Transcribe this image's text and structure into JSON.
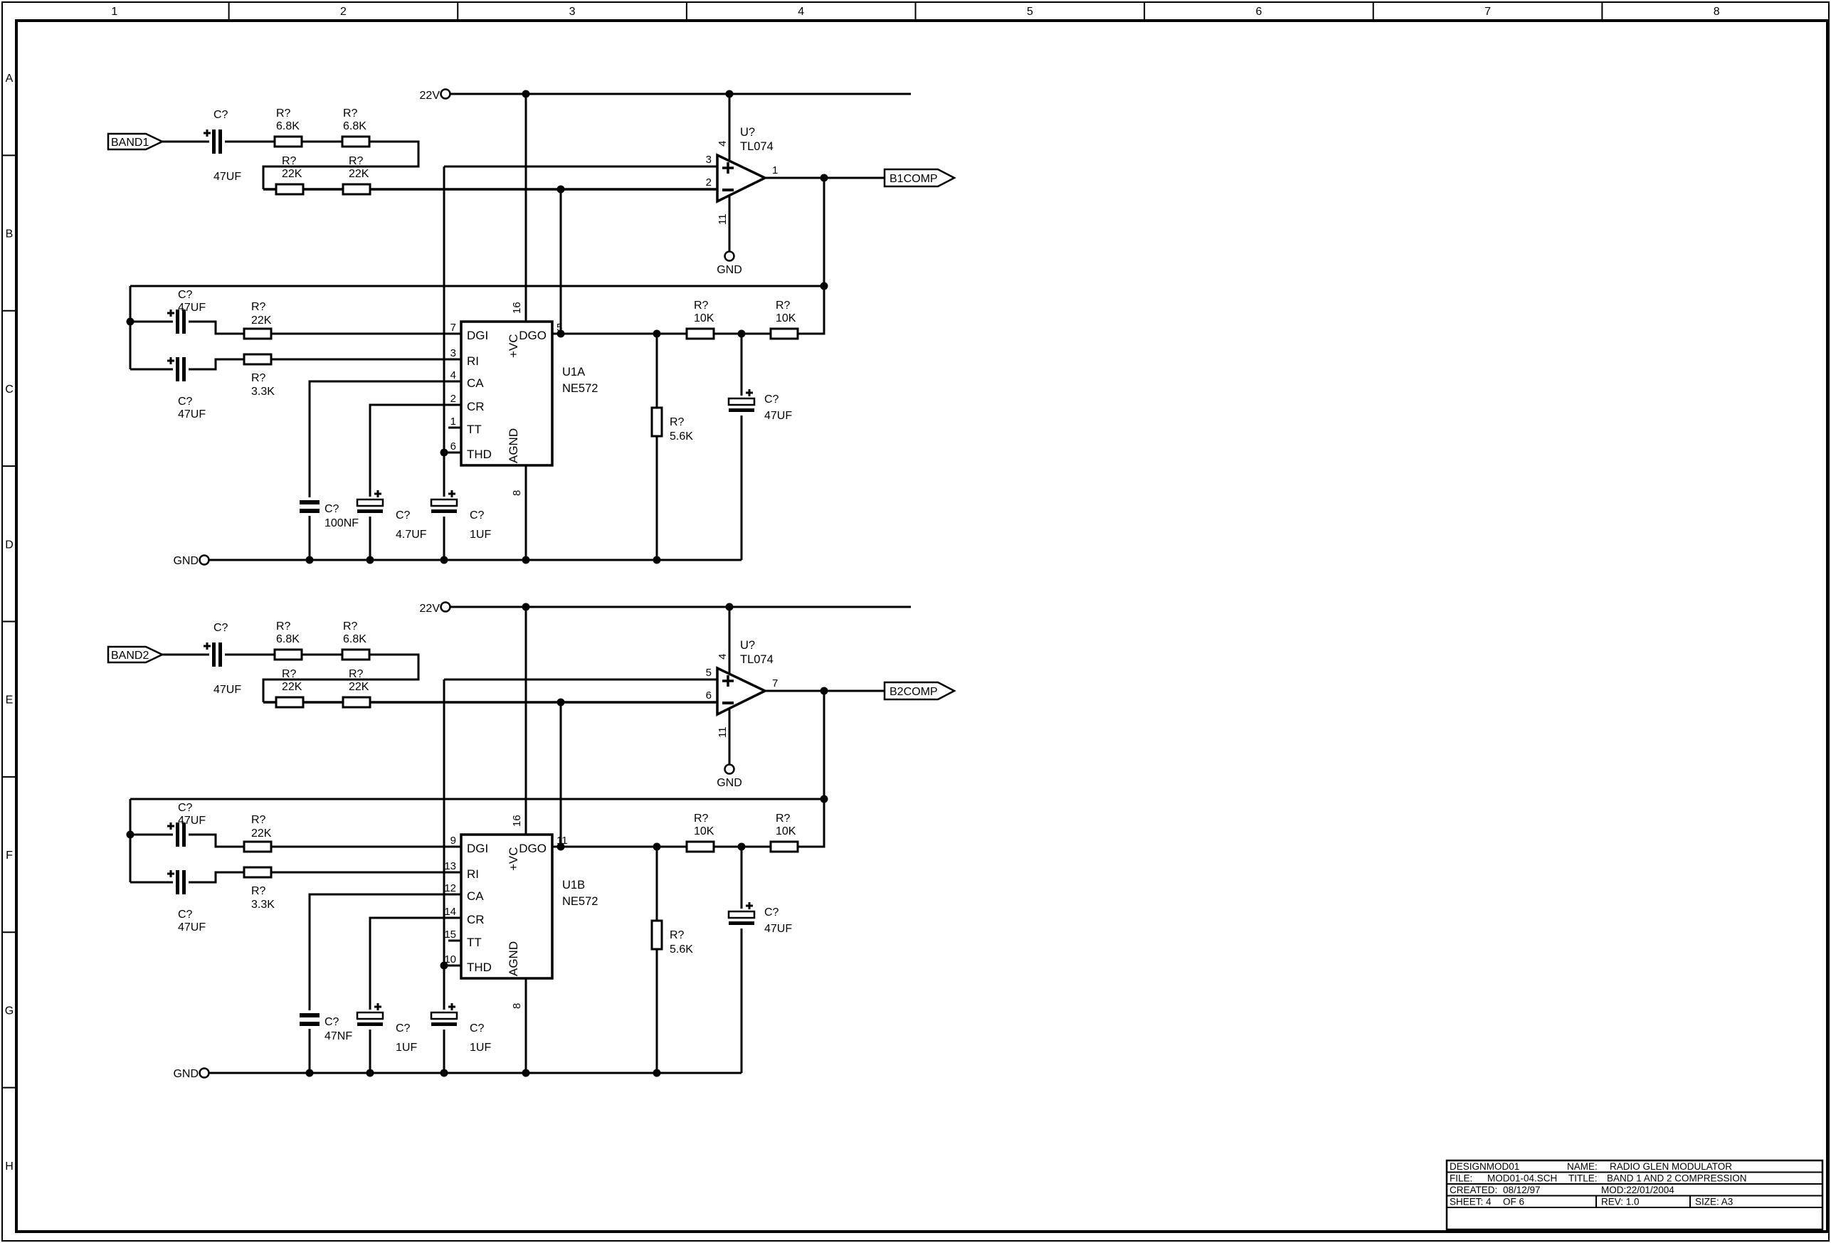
{
  "frame": {
    "columns": [
      "1",
      "2",
      "3",
      "4",
      "5",
      "6",
      "7",
      "8"
    ],
    "rows": [
      "A",
      "B",
      "C",
      "D",
      "E",
      "F",
      "G",
      "H"
    ]
  },
  "title_block": {
    "design": "DESIGNMOD01",
    "name_label": "NAME:",
    "name": "RADIO GLEN MODULATOR",
    "file_label": "FILE:",
    "file": "MOD01-04.SCH",
    "title_label": "TITLE:",
    "title": "BAND 1 AND 2 COMPRESSION",
    "created_label": "CREATED:",
    "created": "08/12/97",
    "mod": "MOD:22/01/2004",
    "sheet": "SHEET: 4",
    "sheet_of": "OF  6",
    "rev": "REV: 1.0",
    "size": "SIZE: A3"
  },
  "colors": {
    "ink": "#000000",
    "paper": "#ffffff"
  },
  "channels": [
    {
      "key": "band1",
      "input_port": "BAND1",
      "output_port": "B1COMP",
      "power_port": "22V",
      "gnd_port": "GND",
      "opamp": {
        "designator": "U?",
        "part": "TL074",
        "pin_plus": "3",
        "pin_minus": "2",
        "pin_out": "1",
        "pin_vplus": "4",
        "pin_vminus": "11",
        "gnd": "GND"
      },
      "chip": {
        "designator": "U1A",
        "part": "NE572",
        "pins_left": [
          {
            "num": "7",
            "name": "DGI"
          },
          {
            "num": "3",
            "name": "RI"
          },
          {
            "num": "4",
            "name": "CA"
          },
          {
            "num": "2",
            "name": "CR"
          },
          {
            "num": "1",
            "name": "TT"
          },
          {
            "num": "6",
            "name": "THD"
          }
        ],
        "pin_top": {
          "num": "16",
          "name": "+VC"
        },
        "pin_right": {
          "num": "5",
          "name": "DGO"
        },
        "pin_bottom": {
          "num": "8",
          "name": "AGND"
        }
      },
      "components": {
        "c_in": {
          "designator": "C?",
          "value": "47UF"
        },
        "r_in1": {
          "designator": "R?",
          "value": "6.8K"
        },
        "r_in2": {
          "designator": "R?",
          "value": "6.8K"
        },
        "r_fb1": {
          "designator": "R?",
          "value": "22K"
        },
        "r_fb2": {
          "designator": "R?",
          "value": "22K"
        },
        "c_top": {
          "designator": "C?",
          "value": "47UF"
        },
        "c_bot": {
          "designator": "C?",
          "value": "47UF"
        },
        "r_dgi": {
          "designator": "R?",
          "value": "22K"
        },
        "r_ri": {
          "designator": "R?",
          "value": "3.3K"
        },
        "r_out1": {
          "designator": "R?",
          "value": "10K"
        },
        "r_out2": {
          "designator": "R?",
          "value": "10K"
        },
        "r_shunt": {
          "designator": "R?",
          "value": "5.6K"
        },
        "c_out": {
          "designator": "C?",
          "value": "47UF"
        },
        "c_ca": {
          "designator": "C?",
          "value": "100NF"
        },
        "c_cr": {
          "designator": "C?",
          "value": "4.7UF"
        },
        "c_thd": {
          "designator": "C?",
          "value": "1UF"
        }
      }
    },
    {
      "key": "band2",
      "input_port": "BAND2",
      "output_port": "B2COMP",
      "power_port": "22V",
      "gnd_port": "GND",
      "opamp": {
        "designator": "U?",
        "part": "TL074",
        "pin_plus": "5",
        "pin_minus": "6",
        "pin_out": "7",
        "pin_vplus": "4",
        "pin_vminus": "11",
        "gnd": "GND"
      },
      "chip": {
        "designator": "U1B",
        "part": "NE572",
        "pins_left": [
          {
            "num": "9",
            "name": "DGI"
          },
          {
            "num": "13",
            "name": "RI"
          },
          {
            "num": "12",
            "name": "CA"
          },
          {
            "num": "14",
            "name": "CR"
          },
          {
            "num": "15",
            "name": "TT"
          },
          {
            "num": "10",
            "name": "THD"
          }
        ],
        "pin_top": {
          "num": "16",
          "name": "+VC"
        },
        "pin_right": {
          "num": "11",
          "name": "DGO"
        },
        "pin_bottom": {
          "num": "8",
          "name": "AGND"
        }
      },
      "components": {
        "c_in": {
          "designator": "C?",
          "value": "47UF"
        },
        "r_in1": {
          "designator": "R?",
          "value": "6.8K"
        },
        "r_in2": {
          "designator": "R?",
          "value": "6.8K"
        },
        "r_fb1": {
          "designator": "R?",
          "value": "22K"
        },
        "r_fb2": {
          "designator": "R?",
          "value": "22K"
        },
        "c_top": {
          "designator": "C?",
          "value": "47UF"
        },
        "c_bot": {
          "designator": "C?",
          "value": "47UF"
        },
        "r_dgi": {
          "designator": "R?",
          "value": "22K"
        },
        "r_ri": {
          "designator": "R?",
          "value": "3.3K"
        },
        "r_out1": {
          "designator": "R?",
          "value": "10K"
        },
        "r_out2": {
          "designator": "R?",
          "value": "10K"
        },
        "r_shunt": {
          "designator": "R?",
          "value": "5.6K"
        },
        "c_out": {
          "designator": "C?",
          "value": "47UF"
        },
        "c_ca": {
          "designator": "C?",
          "value": "47NF"
        },
        "c_cr": {
          "designator": "C?",
          "value": "1UF"
        },
        "c_thd": {
          "designator": "C?",
          "value": "1UF"
        }
      }
    }
  ]
}
